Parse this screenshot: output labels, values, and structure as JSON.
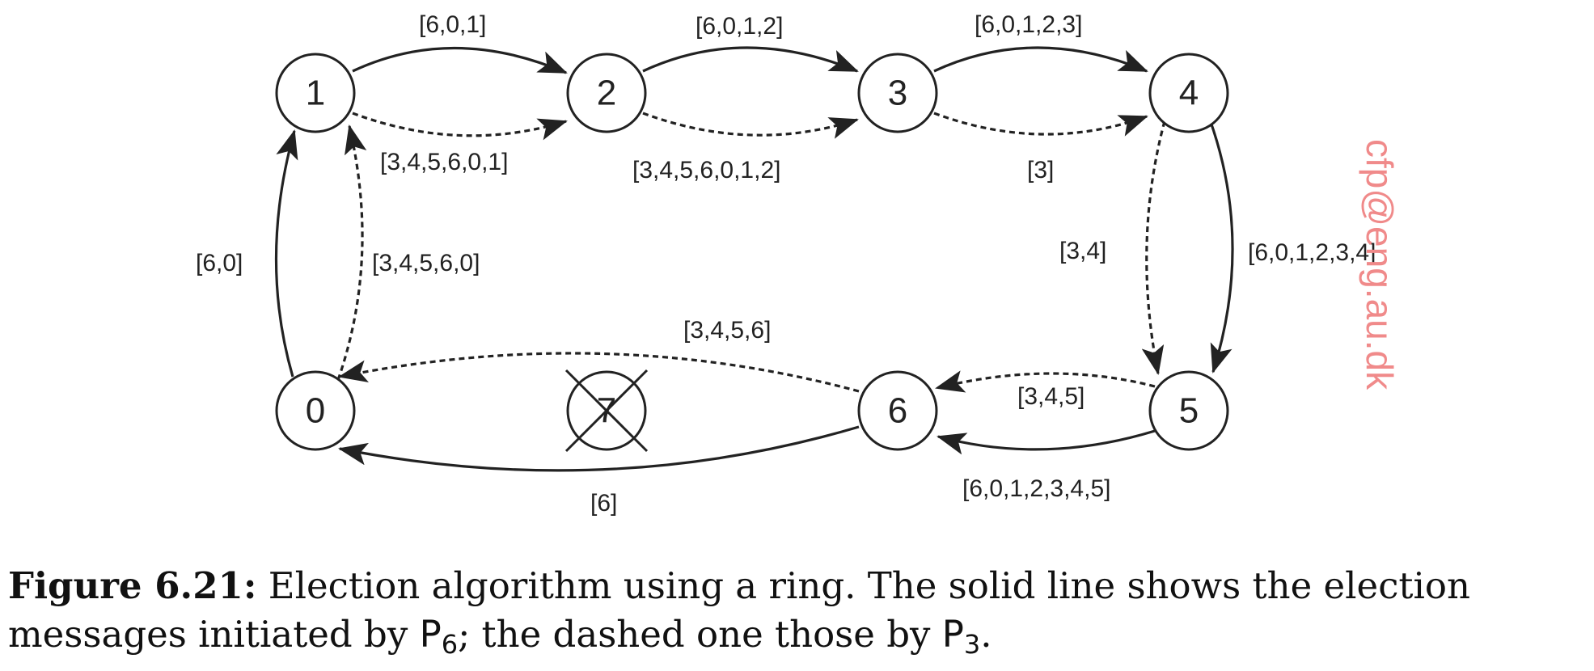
{
  "diagram": {
    "nodes": [
      {
        "id": "1",
        "label": "1",
        "failed": false
      },
      {
        "id": "2",
        "label": "2",
        "failed": false
      },
      {
        "id": "3",
        "label": "3",
        "failed": false
      },
      {
        "id": "4",
        "label": "4",
        "failed": false
      },
      {
        "id": "0",
        "label": "0",
        "failed": false
      },
      {
        "id": "7",
        "label": "7",
        "failed": true
      },
      {
        "id": "6",
        "label": "6",
        "failed": false
      },
      {
        "id": "5",
        "label": "5",
        "failed": false
      }
    ],
    "messages": {
      "solid_1_2": "[6,0,1]",
      "solid_2_3": "[6,0,1,2]",
      "solid_3_4": "[6,0,1,2,3]",
      "solid_4_5": "[6,0,1,2,3,4]",
      "solid_5_6": "[6,0,1,2,3,4,5]",
      "solid_6_0": "[6]",
      "solid_0_1": "[6,0]",
      "dashed_1_2": "[3,4,5,6,0,1]",
      "dashed_2_3": "[3,4,5,6,0,1,2]",
      "dashed_3_4": "[3]",
      "dashed_4_5": "[3,4]",
      "dashed_5_6": "[3,4,5]",
      "dashed_6_0": "[3,4,5,6]",
      "dashed_0_1": "[3,4,5,6,0]"
    },
    "watermark": "cfp@eng.au.dk",
    "colors": {
      "ink": "#222222",
      "watermark": "#f08a8a",
      "background": "#ffffff"
    }
  },
  "caption": {
    "label": "Figure 6.21:",
    "text_part1": " Election algorithm using a ring. The solid line shows the election messages initiated by ",
    "p_letter_a": "P",
    "p_sub_a": "6",
    "text_part2": "; the dashed one those by ",
    "p_letter_b": "P",
    "p_sub_b": "3",
    "text_end": "."
  }
}
